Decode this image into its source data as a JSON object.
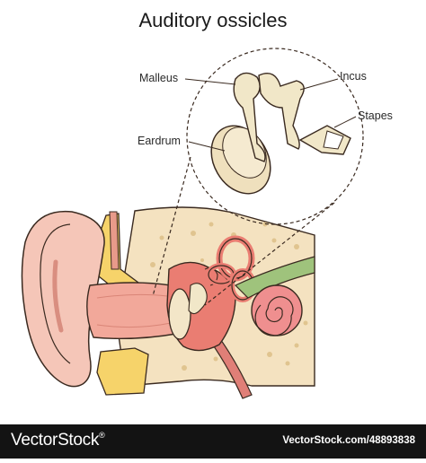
{
  "title": "Auditory ossicles",
  "labels": {
    "malleus": "Malleus",
    "incus": "Incus",
    "stapes": "Stapes",
    "eardrum": "Eardrum"
  },
  "footer": {
    "brand": "VectorStock",
    "brand_mark": "®",
    "url": "VectorStock.com/48893838"
  },
  "colors": {
    "bone": "#f1e7c8",
    "skin": "#f5c6b8",
    "canal": "#f2a89a",
    "fat": "#f6d36a",
    "tissue": "#f4e2c0",
    "cochlea": "#ef8f8f",
    "nerve": "#9fc37c",
    "outline": "#3a2a20",
    "footer_bg": "#131313"
  }
}
